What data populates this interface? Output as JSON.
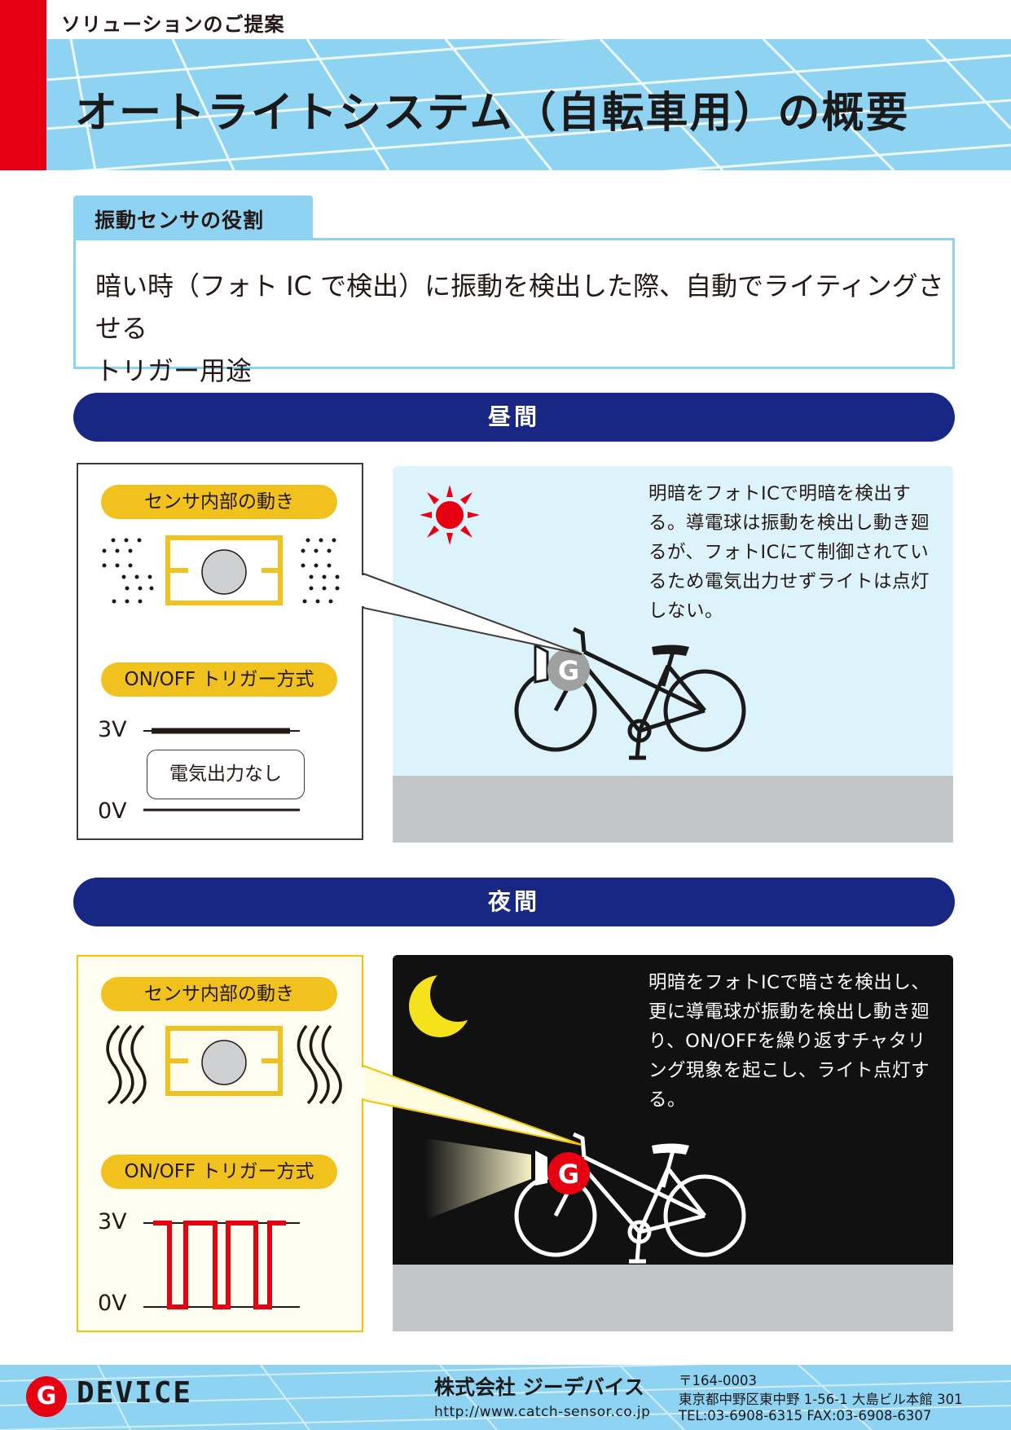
{
  "header": {
    "kicker": "ソリューションのご提案",
    "title": "オートライトシステム（自転車用）の概要",
    "accent_color": "#e60012",
    "band_color": "#8fd3f3"
  },
  "role": {
    "tab_label": "振動センサの役割",
    "text_line1": "暗い時（フォト IC で検出）に振動を検出した際、自動でライティングさせる",
    "text_line2": "トリガー用途"
  },
  "sections": {
    "day": {
      "bar_label": "昼間",
      "sensor_panel": {
        "pill_motion": "センサ内部の動き",
        "pill_trigger": "ON/OFF トリガー方式",
        "label_3v": "3V",
        "label_0v": "0V",
        "output_note": "電気出力なし"
      },
      "scene": {
        "sky_icon": "sun-icon",
        "description": "明暗をフォトICで明暗を検出する。導電球は振動を検出し動き廻るが、フォトICにて制御されているため電気出力せずライトは点灯しない。",
        "light_badge_letter": "G",
        "light_badge_color": "#9fa0a0"
      }
    },
    "night": {
      "bar_label": "夜間",
      "sensor_panel": {
        "pill_motion": "センサ内部の動き",
        "pill_trigger": "ON/OFF トリガー方式",
        "label_3v": "3V",
        "label_0v": "0V"
      },
      "scene": {
        "sky_icon": "moon-icon",
        "description": "明暗をフォトICで暗さを検出し、更に導電球が振動を検出し動き廻り、ON/OFFを繰り返すチャタリング現象を起こし、ライト点灯する。",
        "light_badge_letter": "G",
        "light_badge_color": "#e60012"
      }
    },
    "bar_color": "#182784"
  },
  "footer": {
    "logo_letter": "G",
    "logo_text": "DEVICE",
    "company": "株式会社 ジーデバイス",
    "url": "http://www.catch-sensor.co.jp",
    "postal": "〒164-0003",
    "address": "東京都中野区東中野 1-56-1 大島ビル本館 301",
    "phone_fax": "TEL:03-6908-6315  FAX:03-6908-6307"
  }
}
